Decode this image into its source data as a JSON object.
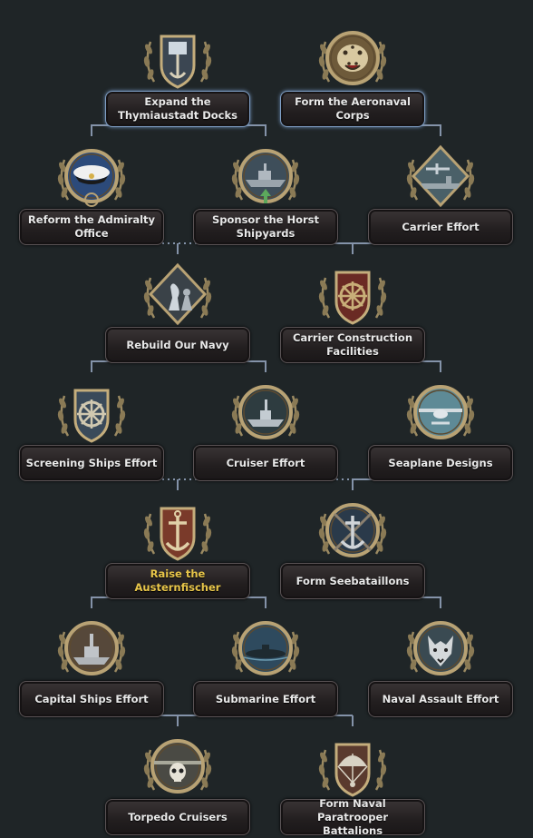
{
  "focuses": [
    {
      "id": "expand-docks",
      "label": "Expand the Thymiaustadt Docks",
      "icon": "anchor-crest-icon",
      "state": "available"
    },
    {
      "id": "aeronaval-corps",
      "label": "Form the Aeronaval Corps",
      "icon": "jaguar-head-icon",
      "state": "available"
    },
    {
      "id": "reform-admiralty",
      "label": "Reform the Admiralty Office",
      "icon": "admiral-cap-icon",
      "state": "normal"
    },
    {
      "id": "horst-shipyards",
      "label": "Sponsor the Horst Shipyards",
      "icon": "battleship-upgrade-icon",
      "state": "normal"
    },
    {
      "id": "carrier-effort",
      "label": "Carrier Effort",
      "icon": "carrier-plane-icon",
      "state": "normal"
    },
    {
      "id": "rebuild-navy",
      "label": "Rebuild Our Navy",
      "icon": "chess-pieces-icon",
      "state": "normal"
    },
    {
      "id": "carrier-construction",
      "label": "Carrier Construction Facilities",
      "icon": "ship-wheel-cannons-icon",
      "state": "normal"
    },
    {
      "id": "screening-ships",
      "label": "Screening Ships Effort",
      "icon": "wheel-shield-icon",
      "state": "normal"
    },
    {
      "id": "cruiser-effort",
      "label": "Cruiser Effort",
      "icon": "cruiser-icon",
      "state": "normal"
    },
    {
      "id": "seaplane-designs",
      "label": "Seaplane Designs",
      "icon": "seaplane-icon",
      "state": "normal"
    },
    {
      "id": "austernfischer",
      "label": "Raise the Austernfischer",
      "icon": "anchor-shield-icon",
      "state": "highlight"
    },
    {
      "id": "seebataillons",
      "label": "Form Seebataillons",
      "icon": "anchor-rifles-icon",
      "state": "normal"
    },
    {
      "id": "capital-ships",
      "label": "Capital Ships Effort",
      "icon": "capital-ship-icon",
      "state": "normal"
    },
    {
      "id": "submarine-effort",
      "label": "Submarine Effort",
      "icon": "submarine-icon",
      "state": "normal"
    },
    {
      "id": "naval-assault",
      "label": "Naval Assault Effort",
      "icon": "wolf-head-icon",
      "state": "normal"
    },
    {
      "id": "torpedo-cruisers",
      "label": "Torpedo Cruisers",
      "icon": "skull-torpedo-icon",
      "state": "normal"
    },
    {
      "id": "naval-paratroopers",
      "label": "Form Naval Paratrooper Battalions",
      "icon": "parachute-icon",
      "state": "normal"
    }
  ],
  "colors": {
    "background": "#1f2527",
    "connector": "#8fa0b8",
    "highlight_text": "#e8c64a",
    "available_border": "#7f9ec4"
  }
}
